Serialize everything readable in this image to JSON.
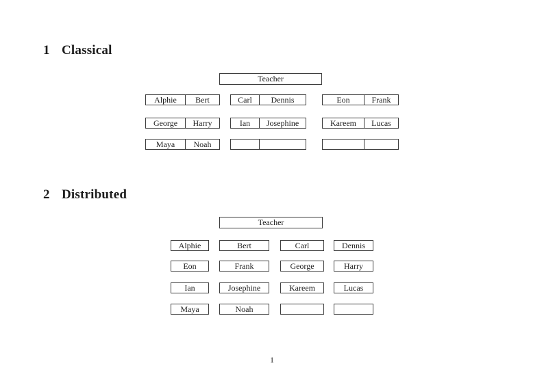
{
  "page_number": "1",
  "classical": {
    "heading_number": "1",
    "heading_title": "Classical",
    "teacher_label": "Teacher",
    "desk_rows": [
      [
        {
          "left": "Alphie",
          "right": "Bert"
        },
        {
          "left": "Carl",
          "right": "Dennis"
        },
        {
          "left": "Eon",
          "right": "Frank"
        }
      ],
      [
        {
          "left": "George",
          "right": "Harry"
        },
        {
          "left": "Ian",
          "right": "Josephine"
        },
        {
          "left": "Kareem",
          "right": "Lucas"
        }
      ],
      [
        {
          "left": "Maya",
          "right": "Noah"
        },
        {
          "left": "",
          "right": ""
        },
        {
          "left": "",
          "right": ""
        }
      ]
    ]
  },
  "distributed": {
    "heading_number": "2",
    "heading_title": "Distributed",
    "teacher_label": "Teacher",
    "desk_rows": [
      [
        "Alphie",
        "Bert",
        "Carl",
        "Dennis"
      ],
      [
        "Eon",
        "Frank",
        "George",
        "Harry"
      ],
      [
        "Ian",
        "Josephine",
        "Kareem",
        "Lucas"
      ],
      [
        "Maya",
        "Noah",
        "",
        ""
      ]
    ]
  }
}
